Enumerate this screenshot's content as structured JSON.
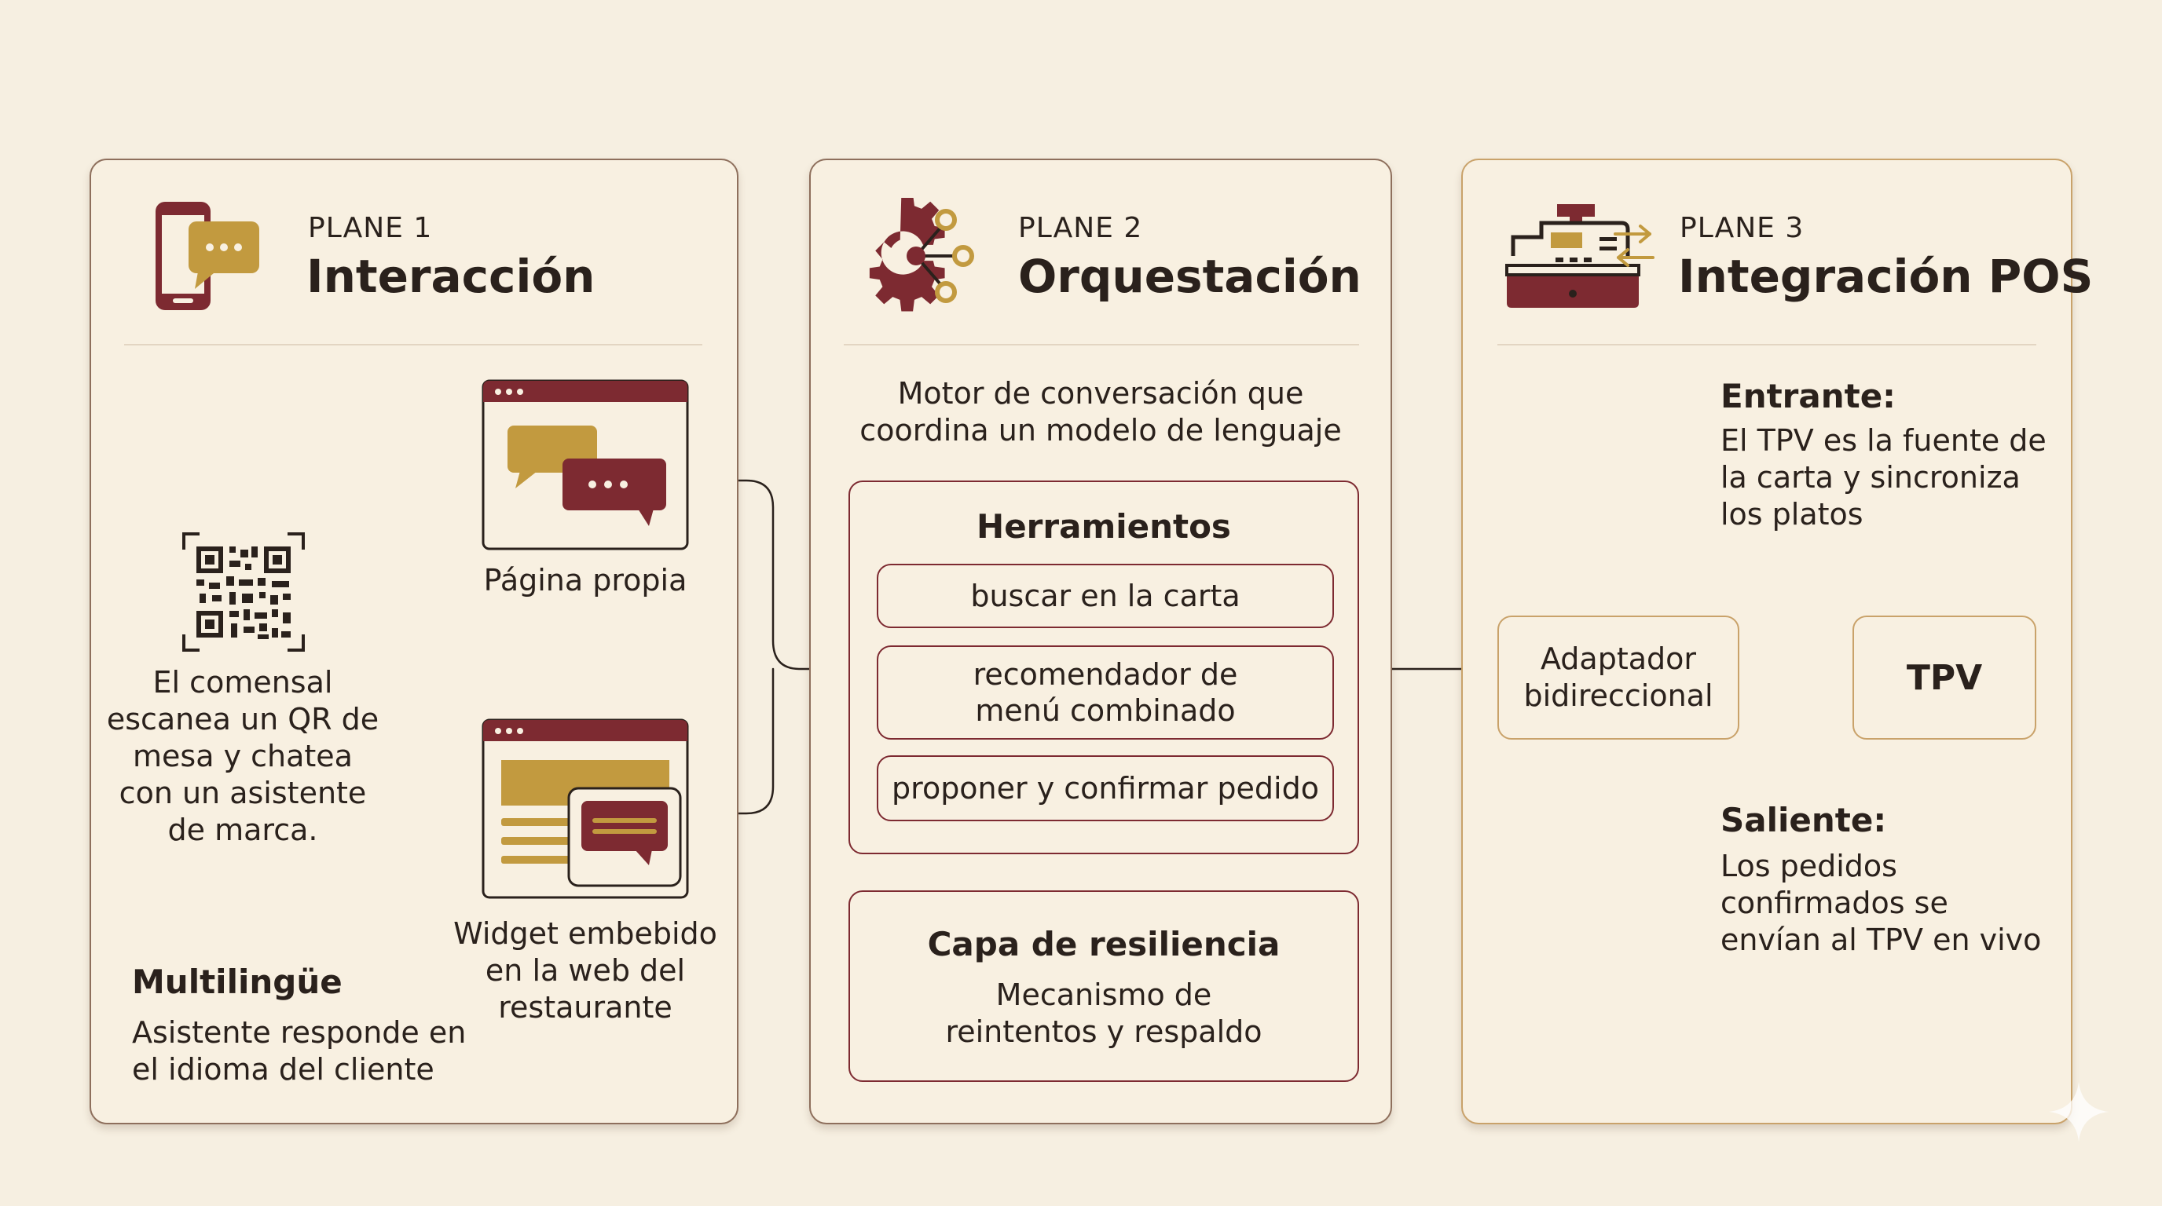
{
  "plane1": {
    "kicker": "PLANE 1",
    "title": "Interacción",
    "qr_text": "El comensal escanea un QR de mesa y chatea con un asistente de marca.",
    "option_page": "Página propia",
    "option_widget": "Widget embebido en la web del restaurante",
    "multi_title": "Multilingüe",
    "multi_text": "Asistente responde en el idioma del cliente"
  },
  "plane2": {
    "kicker": "PLANE 2",
    "title": "Orquestación",
    "intro": "Motor de conversación que coordina un modelo de lenguaje",
    "tools_title": "Herramientos",
    "tools": [
      "buscar en la carta",
      "recomendador de menú combinado",
      "proponer y confirmar pedido"
    ],
    "resilience_title": "Capa de resiliencia",
    "resilience_text": "Mecanismo de reintentos y respaldo"
  },
  "plane3": {
    "kicker": "PLANE 3",
    "title": "Integración POS",
    "incoming_title": "Entrante:",
    "incoming_text": "El TPV es la fuente de la carta y sincroniza los platos",
    "adapter": "Adaptador bidireccional",
    "tpv": "TPV",
    "outgoing_title": "Saliente:",
    "outgoing_text": "Los pedidos confirmados se envían al TPV en vivo"
  },
  "icons": {
    "plane1": "phone-chat-icon",
    "plane2": "gear-network-icon",
    "plane3": "cash-register-icon",
    "qr": "qr-code-icon",
    "page": "browser-chat-icon",
    "widget": "browser-widget-icon"
  },
  "colors": {
    "maroon": "#7d2a31",
    "gold": "#c29a3f",
    "background": "#f6efe1",
    "panel_border": "#8e6f5c"
  }
}
